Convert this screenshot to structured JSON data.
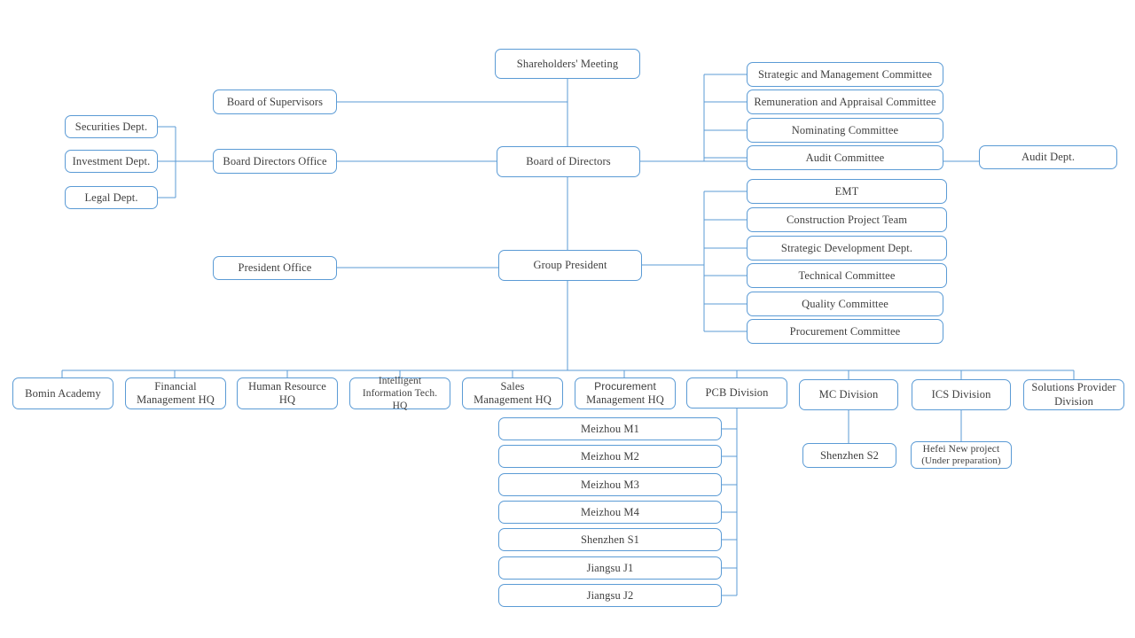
{
  "meta": {
    "title": "Group Organizational Structure Chart",
    "accent_color": "#5b9bd5",
    "text_color": "#404040",
    "background": "#ffffff"
  },
  "nodes": {
    "shareholders_meeting": "Shareholders' Meeting",
    "board_of_supervisors": "Board of Supervisors",
    "board_of_directors": "Board of Directors",
    "board_directors_office": "Board Directors Office",
    "group_president": "Group President",
    "president_office": "President Office",
    "audit_dept": "Audit Dept.",
    "securities_dept": "Securities Dept.",
    "investment_dept": "Investment Dept.",
    "legal_dept": "Legal Dept."
  },
  "board_committees": [
    "Strategic and Management Committee",
    "Remuneration and Appraisal Committee",
    "Nominating Committee",
    "Audit Committee"
  ],
  "president_committees": [
    "EMT",
    "Construction Project Team",
    "Strategic Development Dept.",
    "Technical Committee",
    "Quality Committee",
    "Procurement Committee"
  ],
  "divisions": [
    {
      "line1": "Bomin Academy",
      "line2": ""
    },
    {
      "line1": "Financial",
      "line2": "Management HQ"
    },
    {
      "line1": "Human Resource",
      "line2": "HQ"
    },
    {
      "line1": "Intelligent",
      "line2": "Information Tech.",
      "line3": "HQ"
    },
    {
      "line1": "Sales",
      "line2": "Management HQ"
    },
    {
      "line1": "Procurement",
      "line2": "Management HQ"
    },
    {
      "line1": "PCB Division",
      "line2": ""
    },
    {
      "line1": "MC Division",
      "line2": ""
    },
    {
      "line1": "ICS Division",
      "line2": ""
    },
    {
      "line1": "Solutions Provider",
      "line2": "Division"
    }
  ],
  "pcb_plants": [
    "Meizhou M1",
    "Meizhou M2",
    "Meizhou M3",
    "Meizhou M4",
    "Shenzhen S1",
    "Jiangsu J1",
    "Jiangsu J2"
  ],
  "mc_children": [
    {
      "line1": "Shenzhen S2",
      "line2": ""
    }
  ],
  "ics_children": [
    {
      "line1": "Hefei New project",
      "line2": "(Under preparation)"
    }
  ]
}
